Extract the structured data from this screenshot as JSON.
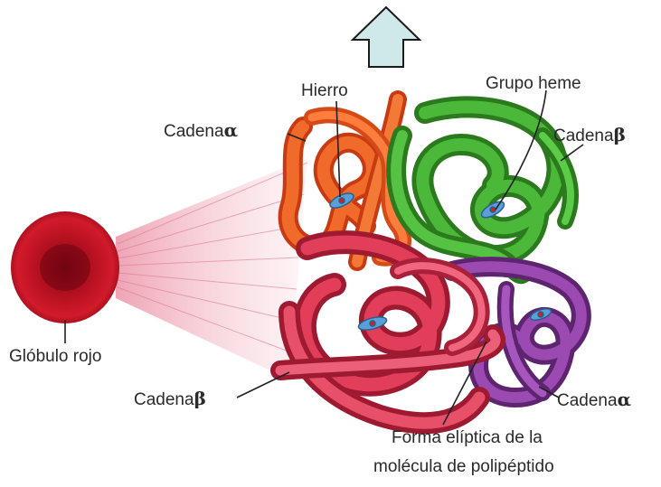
{
  "diagram": {
    "labels": {
      "hierro": "Hierro",
      "grupo_heme": "Grupo heme",
      "cadena_alpha_top": {
        "word": "Cadena",
        "greek": "α"
      },
      "cadena_beta_top": {
        "word": "Cadena",
        "greek": "β"
      },
      "globulo_rojo": "Glóbulo rojo",
      "cadena_beta_bottom": {
        "word": "Cadena",
        "greek": "β"
      },
      "cadena_alpha_bottom": {
        "word": "Cadena",
        "greek": "α"
      },
      "forma_line1": "Forma elíptica de la",
      "forma_line2": "molécula de polipéptido"
    },
    "colors": {
      "alpha_top": "#e8501c",
      "beta_top": "#3a9a2a",
      "beta_bottom": "#d8344c",
      "alpha_bottom": "#8a3a9e",
      "red_cell": "#c0142a",
      "arrow_fill": "#cfe8ea",
      "heme": "#5aa0d8"
    },
    "icons": [
      "up-arrow-icon"
    ]
  }
}
